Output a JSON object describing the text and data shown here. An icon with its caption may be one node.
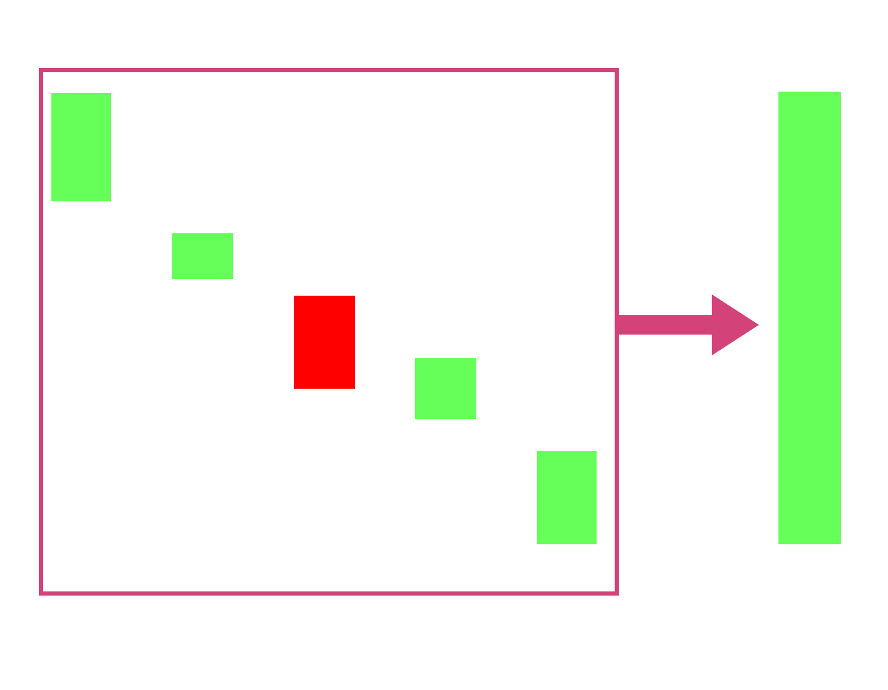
{
  "diagram": {
    "nodes": [
      {
        "text": [],
        "shape": "box"
      },
      {
        "text": [],
        "shape": "box",
        "in": 0
      },
      {
        "text": [],
        "shape": "box",
        "in": 0
      },
      {
        "text": [],
        "shape": "box",
        "in": 0
      },
      {
        "text": [],
        "shape": "box",
        "in": 0
      },
      {
        "text": [],
        "shape": "box",
        "in": 0
      },
      {
        "text": [],
        "shape": "box"
      }
    ],
    "edges": [
      {
        "from": 0,
        "to": 6,
        "arrow": "to"
      }
    ]
  }
}
